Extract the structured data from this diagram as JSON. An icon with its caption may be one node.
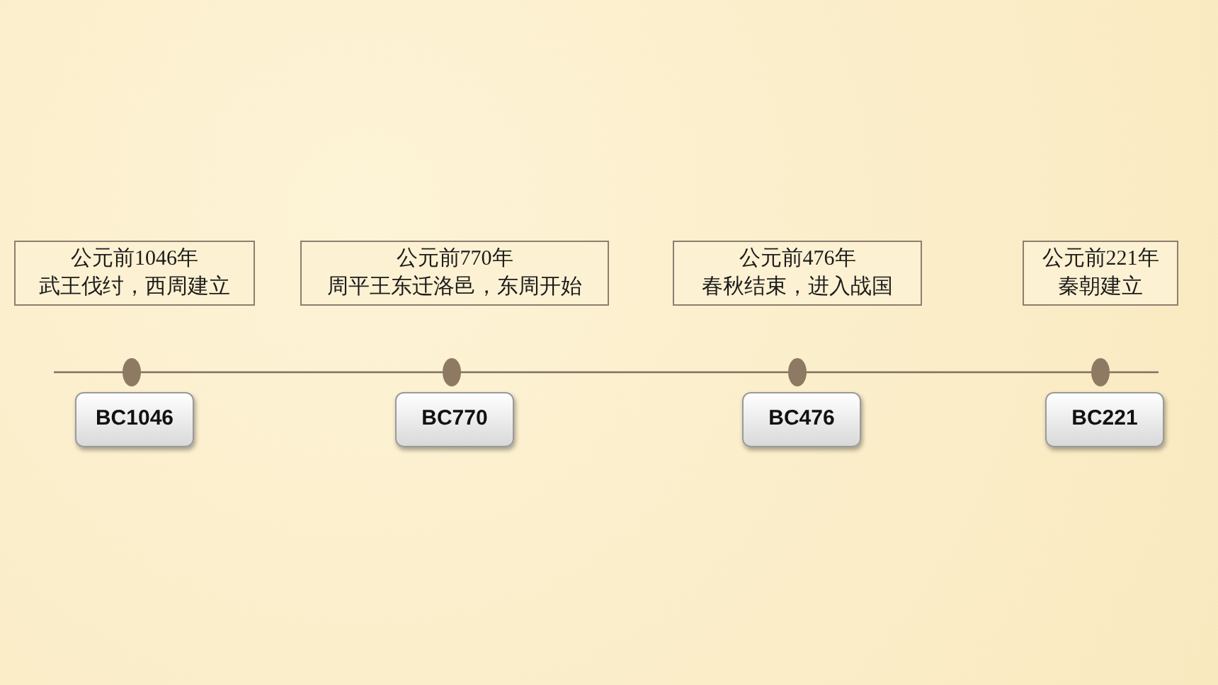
{
  "diagram": {
    "nodes": [
      {
        "text": [
          "公元前1046年",
          "武王伐纣，西周建立"
        ]
      },
      {
        "text": [
          "公元前770年",
          "周平王东迁洛邑，东周开始"
        ]
      },
      {
        "text": [
          "公元前476年",
          "春秋结束，进入战国"
        ]
      },
      {
        "text": [
          "公元前221年",
          "秦朝建立"
        ]
      },
      {
        "text": [
          "BC1046"
        ]
      },
      {
        "text": [
          "BC770"
        ]
      },
      {
        "text": [
          "BC476"
        ]
      },
      {
        "text": [
          "BC221"
        ]
      }
    ]
  }
}
